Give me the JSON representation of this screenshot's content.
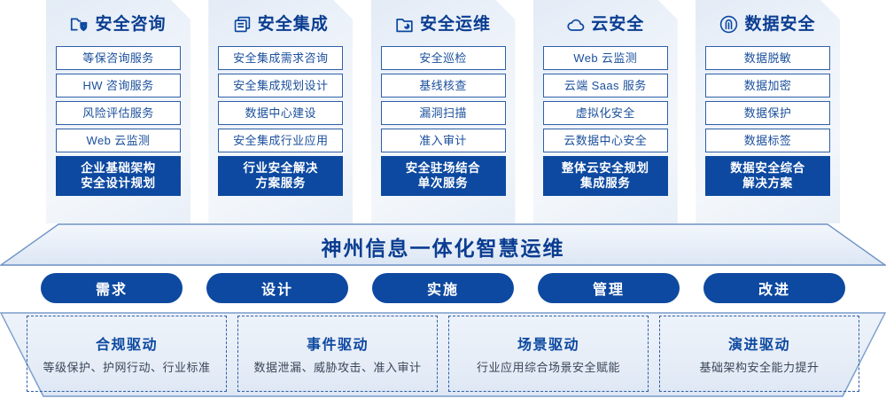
{
  "pillars": [
    {
      "icon": "folder-shield-icon",
      "title": "安全咨询",
      "items": [
        "等保咨询服务",
        "HW 咨询服务",
        "风险评估服务",
        "Web 云监测"
      ],
      "summary": [
        "企业基础架构",
        "安全设计规划"
      ]
    },
    {
      "icon": "stacked-documents-icon",
      "title": "安全集成",
      "items": [
        "安全集成需求咨询",
        "安全集成规划设计",
        "数据中心建设",
        "安全集成行业应用"
      ],
      "summary": [
        "行业安全解决",
        "方案服务"
      ]
    },
    {
      "icon": "folder-chart-icon",
      "title": "安全运维",
      "items": [
        "安全巡检",
        "基线核查",
        "漏洞扫描",
        "准入审计"
      ],
      "summary": [
        "安全驻场结合",
        "单次服务"
      ]
    },
    {
      "icon": "cloud-icon",
      "title": "云安全",
      "items": [
        "Web 云监测",
        "云端 Saas 服务",
        "虚拟化安全",
        "云数据中心安全"
      ],
      "summary": [
        "整体云安全规划",
        "集成服务"
      ]
    },
    {
      "icon": "fingerprint-icon",
      "title": "数据安全",
      "items": [
        "数据脱敏",
        "数据加密",
        "数据保护",
        "数据标签"
      ],
      "summary": [
        "数据安全综合",
        "解决方案"
      ]
    }
  ],
  "banner": {
    "title": "神州信息一体化智慧运维"
  },
  "phases": [
    {
      "label": "需求"
    },
    {
      "label": "设计"
    },
    {
      "label": "实施"
    },
    {
      "label": "管理"
    },
    {
      "label": "改进"
    }
  ],
  "drivers": [
    {
      "title": "合规驱动",
      "subtitle": "等级保护、护网行动、行业标准"
    },
    {
      "title": "事件驱动",
      "subtitle": "数据泄漏、威胁攻击、准入审计"
    },
    {
      "title": "场景驱动",
      "subtitle": "行业应用综合场景安全赋能"
    },
    {
      "title": "演进驱动",
      "subtitle": "基础架构安全能力提升"
    }
  ],
  "colors": {
    "brand_blue": "#0d49a0",
    "deep_blue": "#0a3d91",
    "border_blue": "#2f5fa8",
    "item_text": "#1a4f9c",
    "panel_bg": "#e9eff8",
    "white": "#ffffff"
  }
}
